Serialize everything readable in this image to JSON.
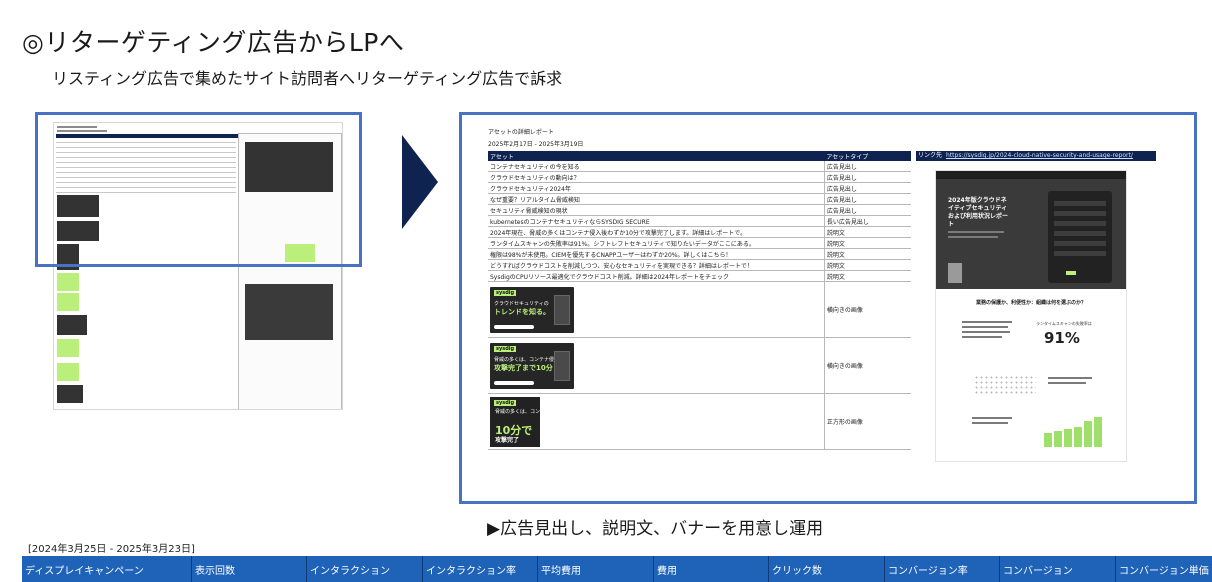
{
  "title": "◎リターゲティング広告からLPへ",
  "subtitle": "リスティング広告で集めたサイト訪問者へリターゲティング広告で訴求",
  "report": {
    "title": "アセットの詳細レポート",
    "date": "2025年2月17日 - 2025年3月19日",
    "col_asset": "アセット",
    "col_type": "アセットタイプ",
    "rows": [
      {
        "asset": "コンテナセキュリティの今を知る",
        "type": "広告見出し"
      },
      {
        "asset": "クラウドセキュリティの動向は？",
        "type": "広告見出し"
      },
      {
        "asset": "クラウドセキュリティ2024年",
        "type": "広告見出し"
      },
      {
        "asset": "なぜ重要？リアルタイム脅威検知",
        "type": "広告見出し"
      },
      {
        "asset": "セキュリティ脅威検知の現状",
        "type": "広告見出し"
      },
      {
        "asset": "kubernetesのコンテナセキュリティならSYSDIG SECURE",
        "type": "長い広告見出し"
      },
      {
        "asset": "2024年現在、脅威の多くはコンテナ侵入後わずか10分で攻撃完了します。詳細はレポートで。",
        "type": "説明文"
      },
      {
        "asset": "ランタイムスキャンの失敗率は91%。シフトレフトセキュリティで知りたいデータがここにある。",
        "type": "説明文"
      },
      {
        "asset": "権限は98%が未使用。CIEMを優先するCNAPPユーザーはわずか20%。詳しくはこちら！",
        "type": "説明文"
      },
      {
        "asset": "どうすればクラウドコストを削減しつつ、安心なセキュリティを実現できる？詳細はレポートで！",
        "type": "説明文"
      },
      {
        "asset": "SysdigのCPUリソース最適化でクラウドコスト削減。詳細は2024年レポートをチェック",
        "type": "説明文"
      }
    ],
    "banners": [
      {
        "type": "横向きの画像",
        "tag": "sysdig",
        "line1": "クラウドセキュリティの",
        "line2": "トレンドを知る。"
      },
      {
        "type": "横向きの画像",
        "tag": "sysdig",
        "line1": "脅威の多くは、コンテナ侵入後",
        "line2": "攻撃完了まで10分"
      },
      {
        "type": "正方形の画像",
        "tag": "sysdig",
        "line1": "脅威の多くは、コンテナ侵入から",
        "line2": "10分で",
        "line3": "攻撃完了"
      }
    ]
  },
  "link": {
    "label": "リンク先",
    "url": "https://sysdig.jp/2024-cloud-native-security-and-usage-report/"
  },
  "landing": {
    "hero_heading": "2024年版クラウドネイティブセキュリティおよび利用状況レポート",
    "section_heading": "業務の保護か、利便性か：組織は何を選ぶのか？",
    "stat_label": "ランタイムスキャンの失敗率は",
    "stat_value": "91%"
  },
  "caption": "▶広告見出し、説明文、バナーを用意し運用",
  "stats": {
    "date_range": "[2024年3月25日 - 2025年3月23日]",
    "headers": [
      "ディスプレイキャンペーン",
      "表示回数",
      "インタラクション",
      "インタラクション率",
      "平均費用",
      "費用",
      "クリック数",
      "コンバージョン率",
      "コンバージョン",
      "コンバージョン単価"
    ]
  },
  "colors": {
    "navy": "#0f2350",
    "frame_blue": "#4a72c4",
    "header_blue": "#1f63b8",
    "lime": "#b9ef7a"
  }
}
